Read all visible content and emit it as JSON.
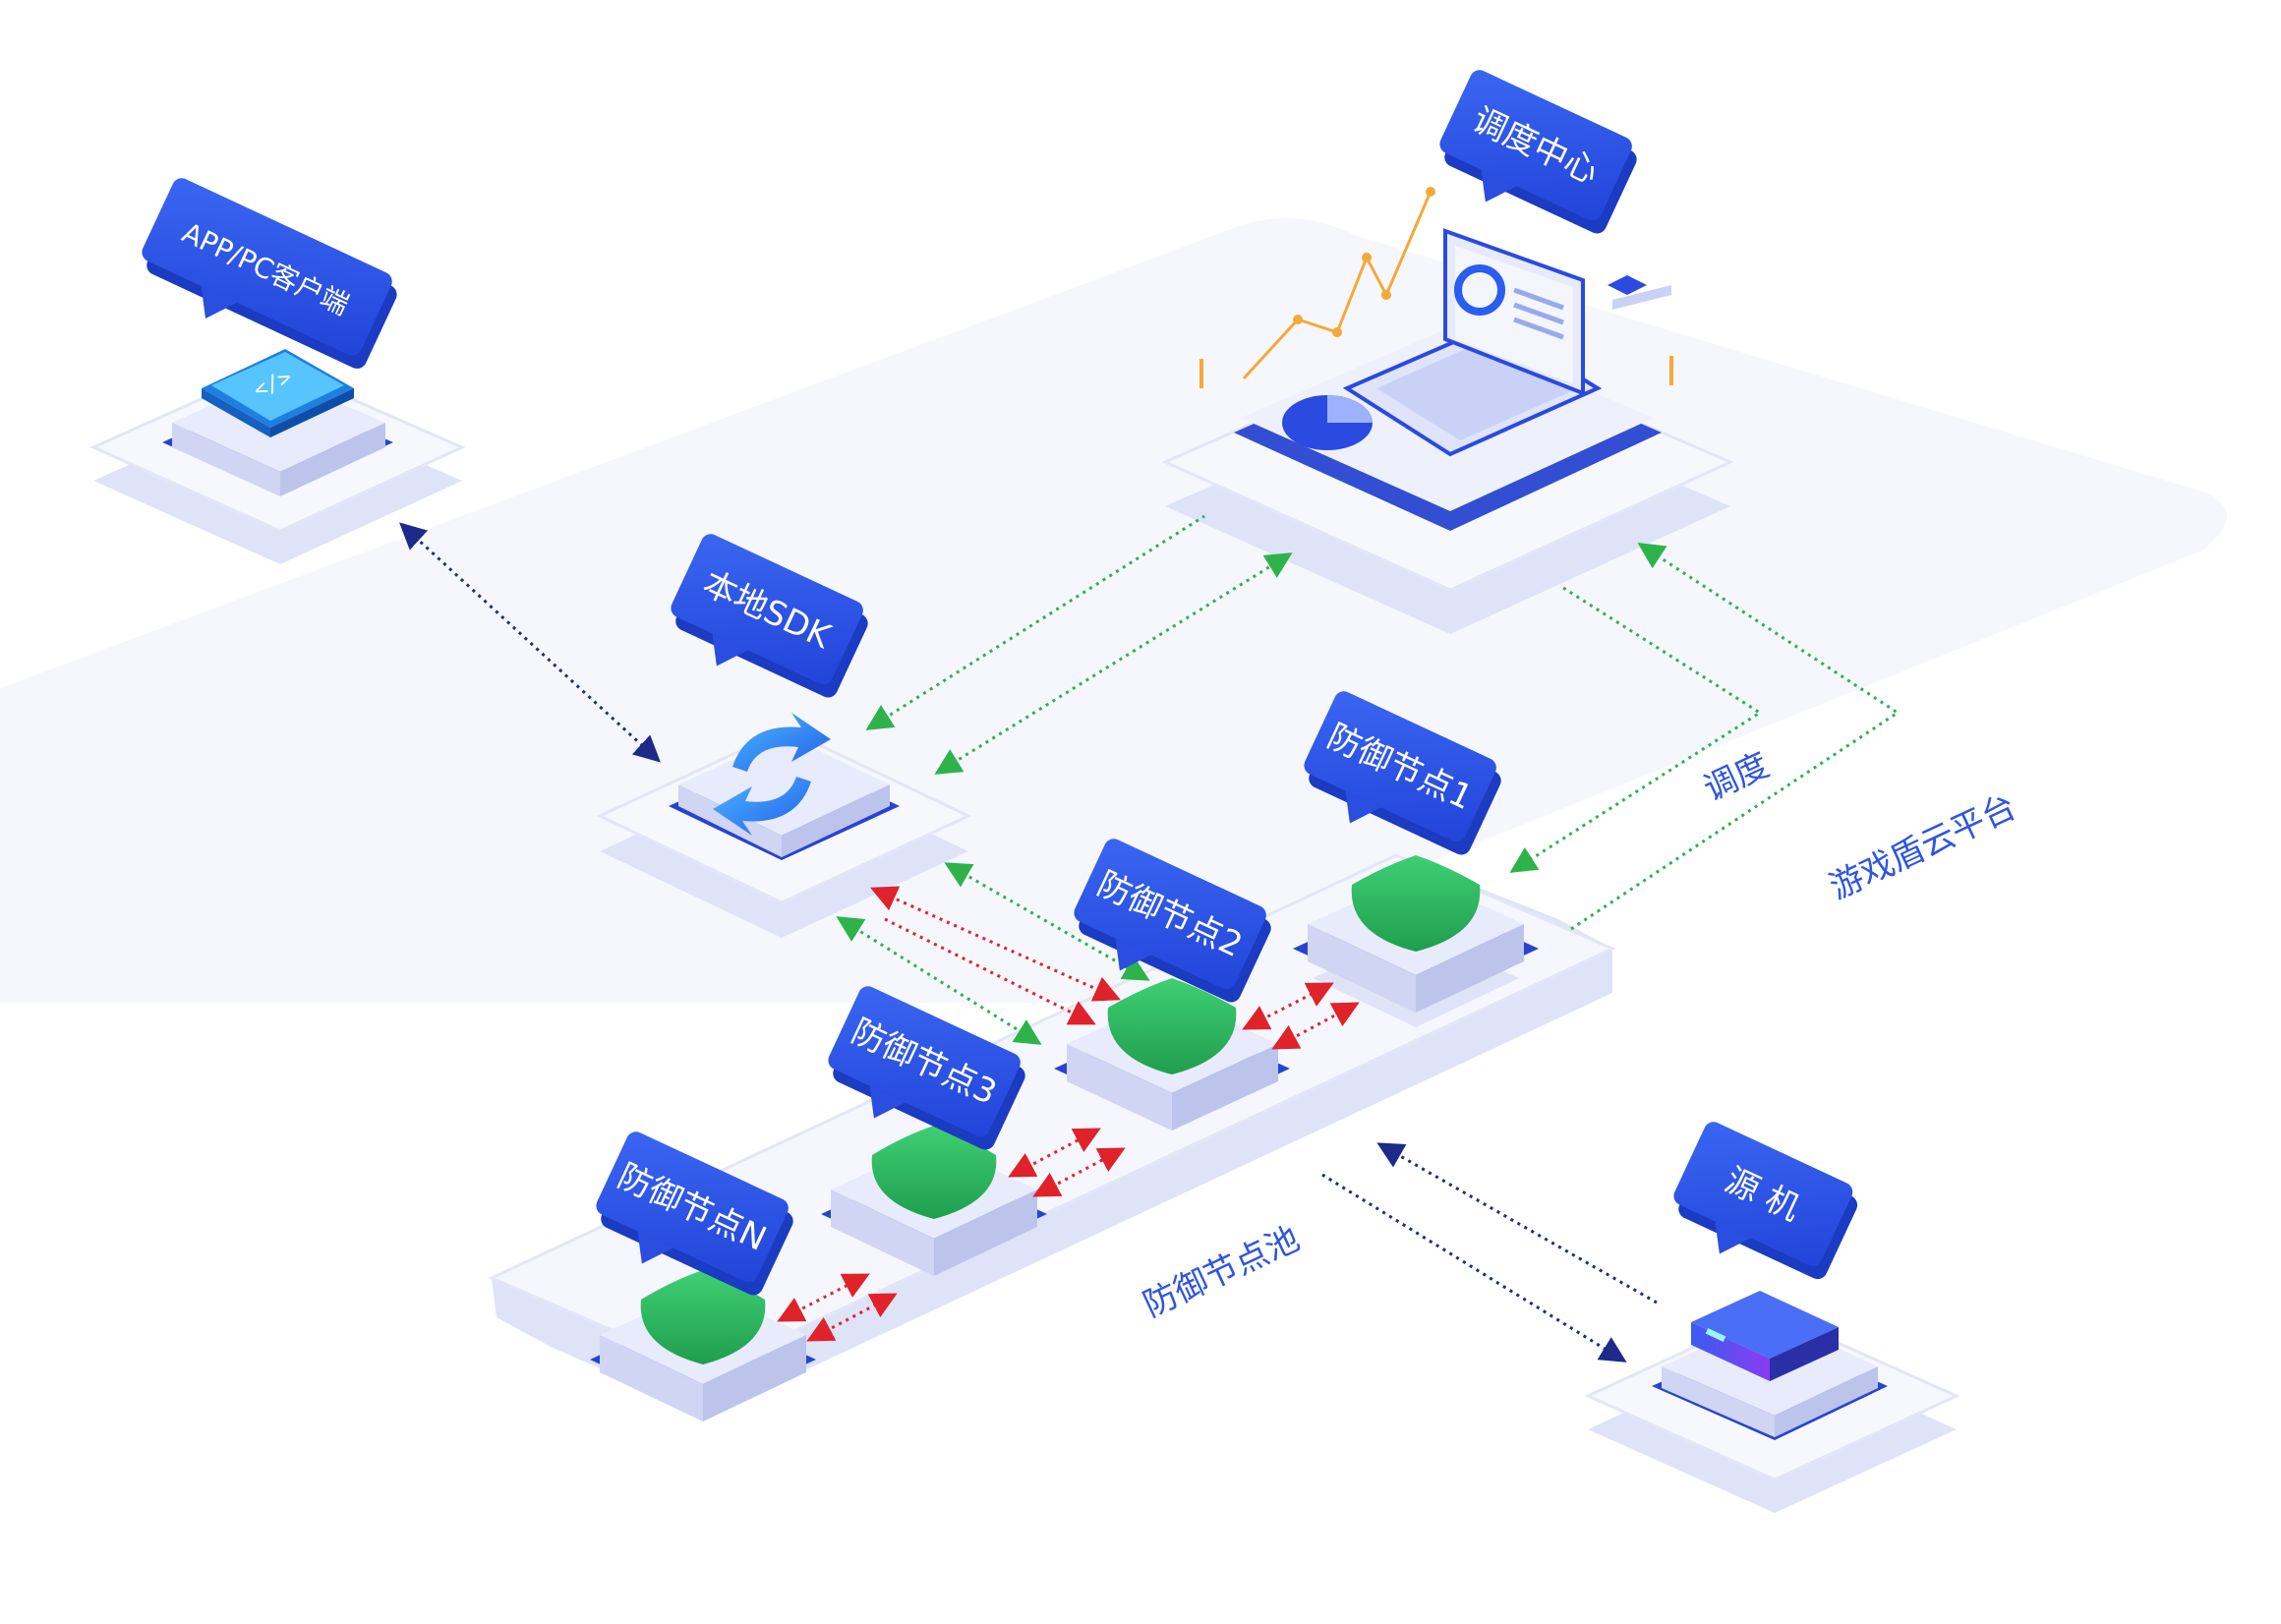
{
  "nodes": {
    "client": {
      "label": "APP/PC客户端"
    },
    "sdk": {
      "label": "本地SDK"
    },
    "dispatch": {
      "label": "调度中心"
    },
    "node1": {
      "label": "防御节点1"
    },
    "node2": {
      "label": "防御节点2"
    },
    "node3": {
      "label": "防御节点3"
    },
    "nodeN": {
      "label": "防御节点N"
    },
    "origin": {
      "label": "源 机"
    }
  },
  "regions": {
    "cloud_platform": "游戏盾云平台",
    "node_pool": "防御节点池",
    "schedule": "调度"
  },
  "colors": {
    "tag_blue": "#2b55e6",
    "tag_side": "#1a3bc2",
    "platform_top": "#f7f8fe",
    "platform_side": "#dfe3f7",
    "pad_top": "#e9ebfb",
    "green": "#27b45a",
    "green_arrow": "#2db34a",
    "red_arrow": "#e0222a",
    "navy_arrow": "#1e2a8a"
  },
  "icons": {
    "client": "code-window-icon",
    "sdk": "refresh-arrows-icon",
    "dispatch": "laptop-dashboard-icon",
    "shield": "shield-icon",
    "origin": "server-icon"
  }
}
